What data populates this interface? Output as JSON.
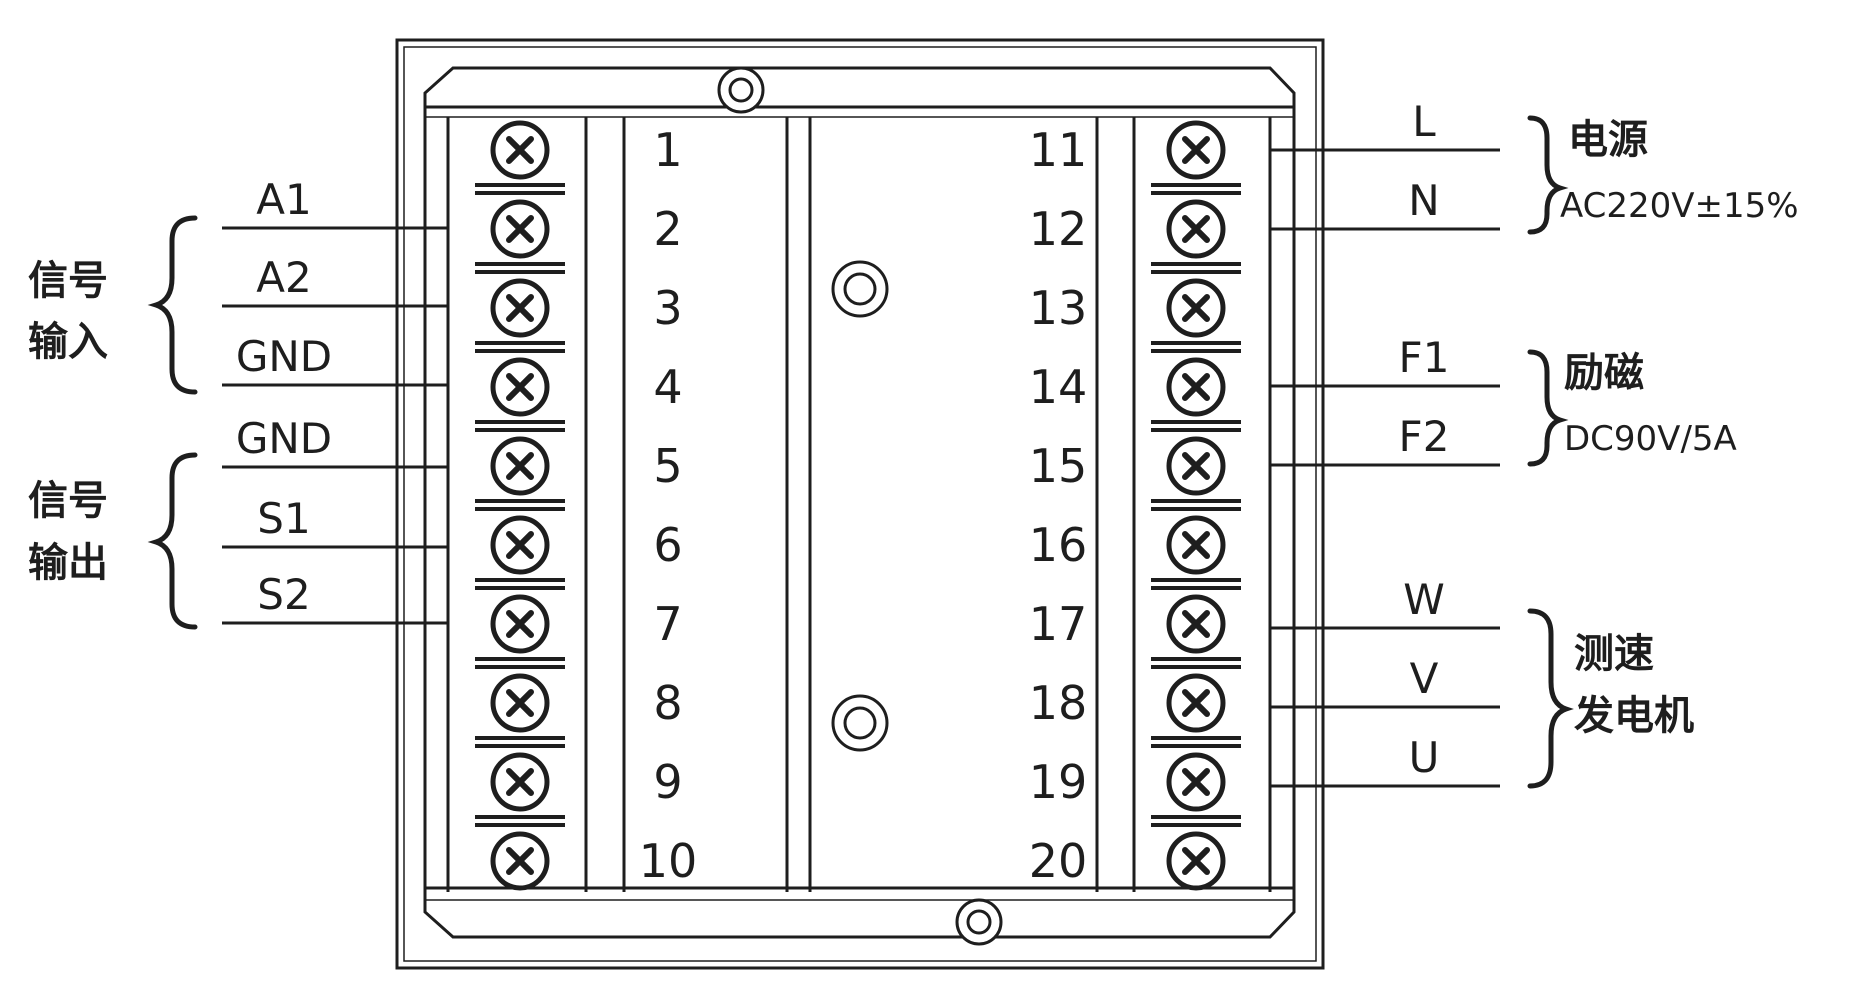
{
  "terminals_left": [
    {
      "number": "1",
      "signal": "A1"
    },
    {
      "number": "2",
      "signal": "A2"
    },
    {
      "number": "3",
      "signal": "GND"
    },
    {
      "number": "4",
      "signal": "GND"
    },
    {
      "number": "5",
      "signal": "S1"
    },
    {
      "number": "6",
      "signal": "S2"
    },
    {
      "number": "7",
      "signal": ""
    },
    {
      "number": "8",
      "signal": ""
    },
    {
      "number": "9",
      "signal": ""
    },
    {
      "number": "10",
      "signal": ""
    }
  ],
  "terminals_right": [
    {
      "number": "11",
      "signal": "L"
    },
    {
      "number": "12",
      "signal": "N"
    },
    {
      "number": "13",
      "signal": ""
    },
    {
      "number": "14",
      "signal": "F1"
    },
    {
      "number": "15",
      "signal": "F2"
    },
    {
      "number": "16",
      "signal": ""
    },
    {
      "number": "17",
      "signal": "W"
    },
    {
      "number": "18",
      "signal": "V"
    },
    {
      "number": "19",
      "signal": "U"
    },
    {
      "number": "20",
      "signal": ""
    }
  ],
  "groups_left": [
    {
      "name_line1": "信号",
      "name_line2": "输入"
    },
    {
      "name_line1": "信号",
      "name_line2": "输出"
    }
  ],
  "groups_right": [
    {
      "name_line1": "电源",
      "name_line2": "",
      "spec": "AC220V±15%"
    },
    {
      "name_line1": "励磁",
      "name_line2": "",
      "spec": "DC90V/5A"
    },
    {
      "name_line1": "测速",
      "name_line2": "发电机",
      "spec": ""
    }
  ],
  "colors": {
    "line": "#1e1e1e",
    "background": "#ffffff"
  }
}
